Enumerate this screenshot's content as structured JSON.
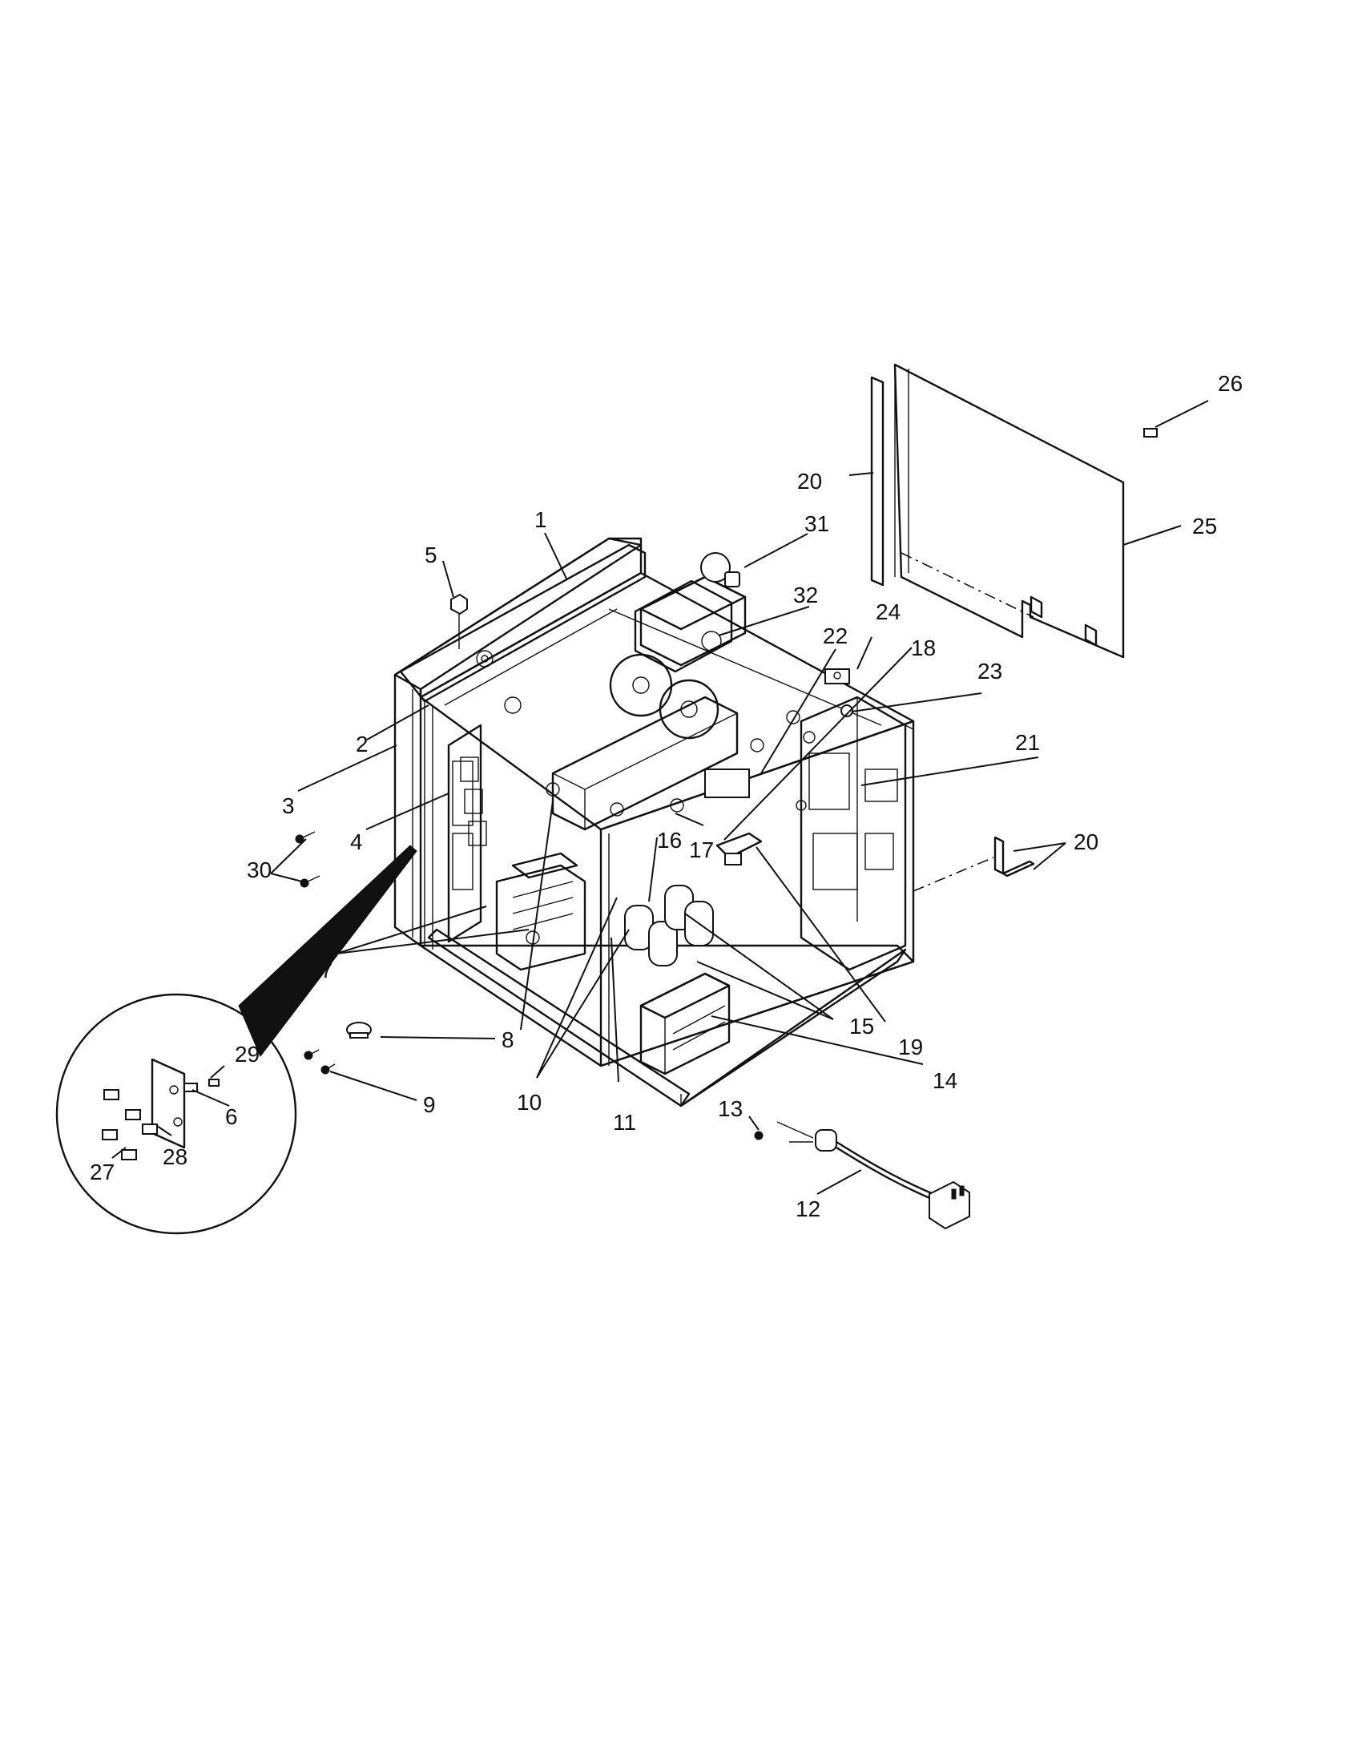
{
  "diagram": {
    "callouts": [
      "1",
      "2",
      "3",
      "4",
      "5",
      "6",
      "7",
      "8",
      "9",
      "10",
      "11",
      "12",
      "13",
      "14",
      "15",
      "16",
      "17",
      "18",
      "19",
      "20",
      "21",
      "22",
      "23",
      "24",
      "25",
      "26",
      "27",
      "28",
      "29",
      "30",
      "31",
      "32"
    ],
    "second_callout_20": "20",
    "colors": {
      "line": "#111111",
      "background": "#ffffff"
    }
  }
}
